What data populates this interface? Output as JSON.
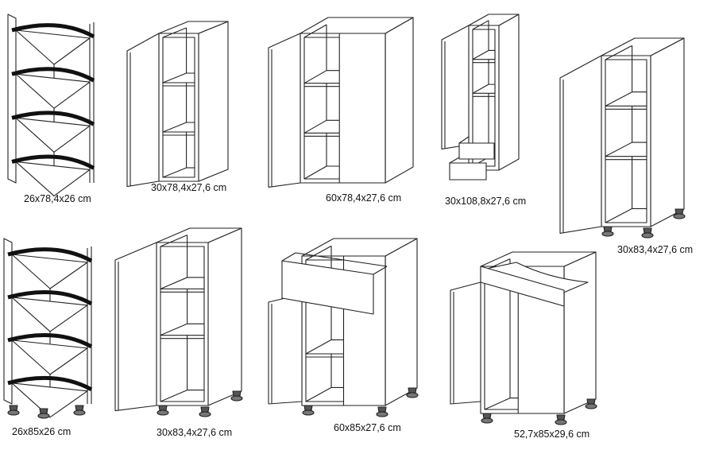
{
  "products": [
    {
      "id": "corner-shelf-top",
      "dimensions": "26x78,4x26 cm",
      "type": "corner-shelf"
    },
    {
      "id": "wall-cabinet-30",
      "dimensions": "30x78,4x27,6 cm",
      "type": "single-door"
    },
    {
      "id": "wall-cabinet-60",
      "dimensions": "60x78,4x27,6 cm",
      "type": "double-door"
    },
    {
      "id": "tall-cabinet-drawers",
      "dimensions": "30x108,8x27,6 cm",
      "type": "door-with-drawers"
    },
    {
      "id": "floor-cabinet-30-right",
      "dimensions": "30x83,4x27,6 cm",
      "type": "single-door-legs"
    },
    {
      "id": "corner-shelf-floor",
      "dimensions": "26x85x26 cm",
      "type": "corner-shelf-legs"
    },
    {
      "id": "floor-cabinet-30",
      "dimensions": "30x83,4x27,6 cm",
      "type": "single-door-legs"
    },
    {
      "id": "floor-cabinet-60-drawer",
      "dimensions": "60x85x27,6 cm",
      "type": "drawer-double-door"
    },
    {
      "id": "sink-cabinet",
      "dimensions": "52,7x85x29,6 cm",
      "type": "sink-cabinet"
    }
  ]
}
